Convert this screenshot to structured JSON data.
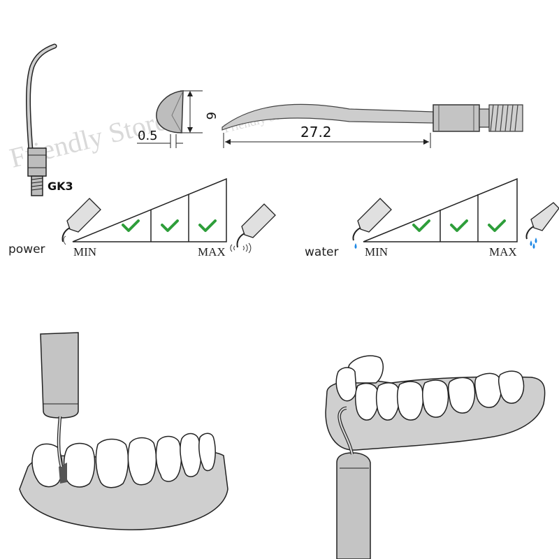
{
  "watermark": {
    "text_large": "Friendly Store",
    "text_small": "Friendly Store"
  },
  "tip": {
    "model": "GK3"
  },
  "dimensions": {
    "width_value": "0.5",
    "height_value": "6",
    "length_value": "27.2"
  },
  "power_scale": {
    "label": "power",
    "min_label": "MIN",
    "max_label": "MAX",
    "checks": 3
  },
  "water_scale": {
    "label": "water",
    "min_label": "MIN",
    "max_label": "MAX",
    "checks": 3
  },
  "colors": {
    "check": "#2e9e3a",
    "water_drop": "#1e88e5",
    "metal": "#c9c9c9",
    "gum": "#cfcfcf",
    "outline": "#222222"
  }
}
